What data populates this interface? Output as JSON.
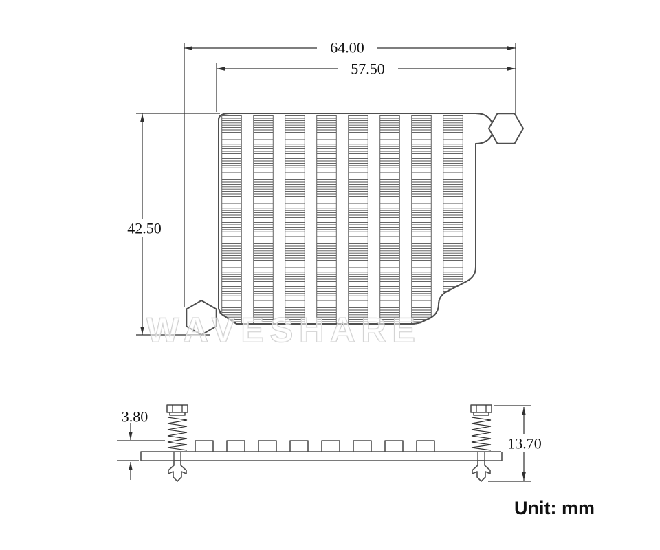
{
  "top_view": {
    "dim_total_width": "64.00",
    "dim_fin_width": "57.50",
    "dim_height": "42.50"
  },
  "side_view": {
    "dim_fin_height": "3.80",
    "dim_total_height": "13.70"
  },
  "watermark": "WAVESHARE",
  "footer": {
    "unit_label": "Unit: mm"
  },
  "colors": {
    "line": "#4f4f4f",
    "dimline": "#303030",
    "text": "#101010",
    "watermark_stroke": "#cccccc"
  }
}
